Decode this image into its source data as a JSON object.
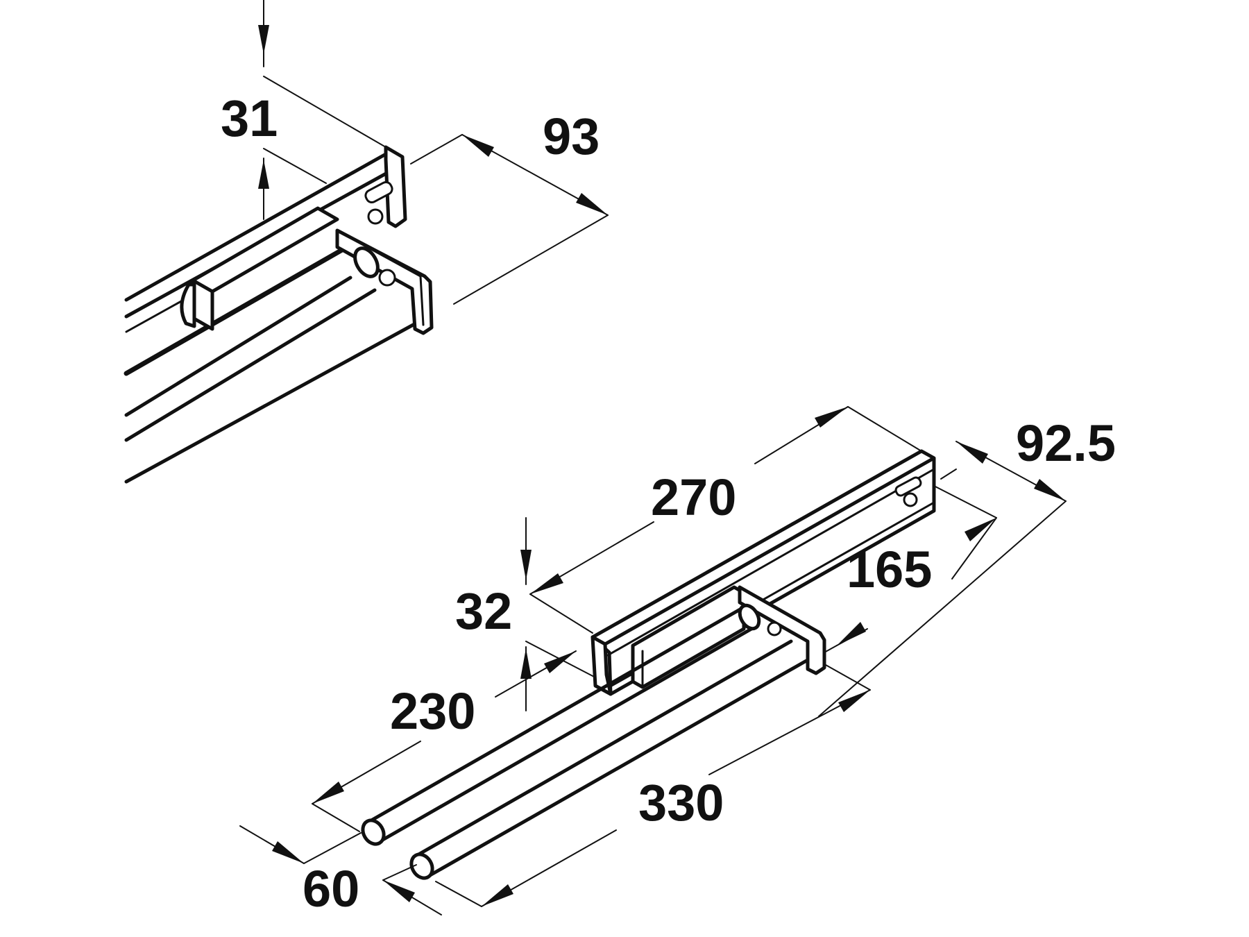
{
  "dimensions": {
    "top_height": "31",
    "top_depth": "93",
    "length": "270",
    "height": "32",
    "depth": "92.5",
    "rail_offset": "165",
    "rod_inner": "230",
    "rod_outer": "330",
    "rod_spacing": "60"
  },
  "colors": {
    "line": "#111111",
    "background": "#ffffff"
  }
}
